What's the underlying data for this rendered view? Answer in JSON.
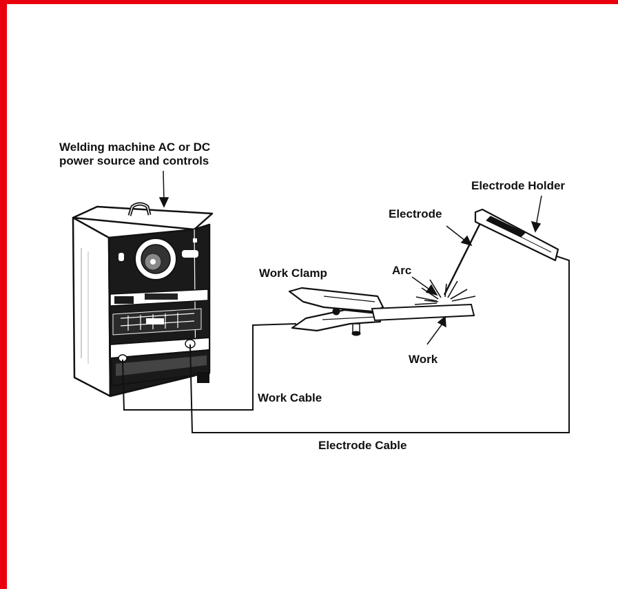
{
  "labels": {
    "machine_line1": "Welding machine AC or DC",
    "machine_line2": "power source and controls",
    "electrode_holder": "Electrode Holder",
    "electrode": "Electrode",
    "work_clamp": "Work Clamp",
    "arc": "Arc",
    "work": "Work",
    "work_cable": "Work Cable",
    "electrode_cable": "Electrode Cable"
  },
  "colors": {
    "frame": "#e8000d",
    "ink": "#111111",
    "background": "#ffffff"
  }
}
